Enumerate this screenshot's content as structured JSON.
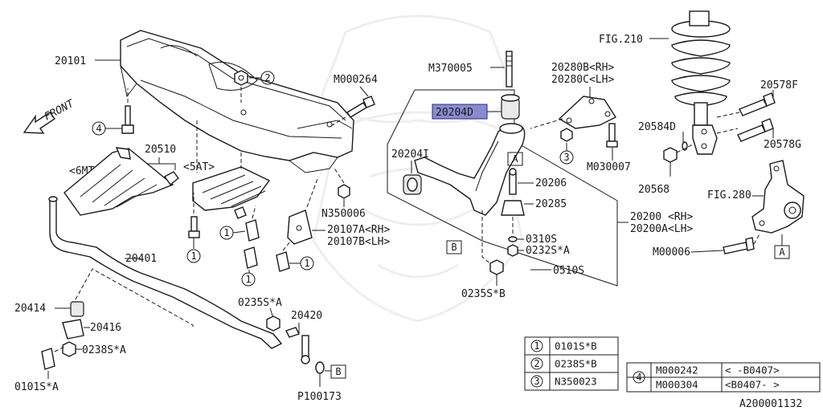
{
  "labels": {
    "p20101": "20101",
    "front": "FRONT",
    "mt6": "<6MT>",
    "p20510": "20510",
    "at5": "<5AT>",
    "p20401": "20401",
    "p20414": "20414",
    "p20416": "20416",
    "p0238SA": "0238S*A",
    "p0101SA": "0101S*A",
    "p0235SA": "0235S*A",
    "p20420": "20420",
    "p100173": "P100173",
    "m000264": "M000264",
    "n350006": "N350006",
    "p20107A": "20107A<RH>",
    "p20107B": "20107B<LH>",
    "m370005": "M370005",
    "p20204D": "20204D",
    "p20204I": "20204I",
    "p20206": "20206",
    "p20285": "20285",
    "p0310S": "0310S",
    "p0232SA": "0232S*A",
    "p0510S": "0510S",
    "p0235SB": "0235S*B",
    "p20280B": "20280B<RH>",
    "p20280C": "20280C<LH>",
    "m030007": "M030007",
    "p20200": "20200 <RH>",
    "p20200A": "20200A<LH>",
    "fig210": "FIG.210",
    "p20578F": "20578F",
    "p20584D": "20584D",
    "p20578G": "20578G",
    "p20568": "20568",
    "fig280": "FIG.280",
    "m00006": "M00006",
    "docid": "A200001132"
  },
  "callouts": {
    "c1": "1",
    "c2": "2",
    "c3": "3",
    "c4": "4"
  },
  "boxes": {
    "A": "A",
    "B": "B"
  },
  "legend": {
    "row1_num": "1",
    "row1_part": "0101S*B",
    "row2_num": "2",
    "row2_part": "0238S*B",
    "row3_num": "3",
    "row3_part": "N350023",
    "row4_num": "4",
    "row4a_part": "M000242",
    "row4a_range": "<   -B0407>",
    "row4b_part": "M000304",
    "row4b_range": "<B0407-   >"
  },
  "colors": {
    "line": "#1a1a1a",
    "highlight": "#8a8ad0"
  }
}
